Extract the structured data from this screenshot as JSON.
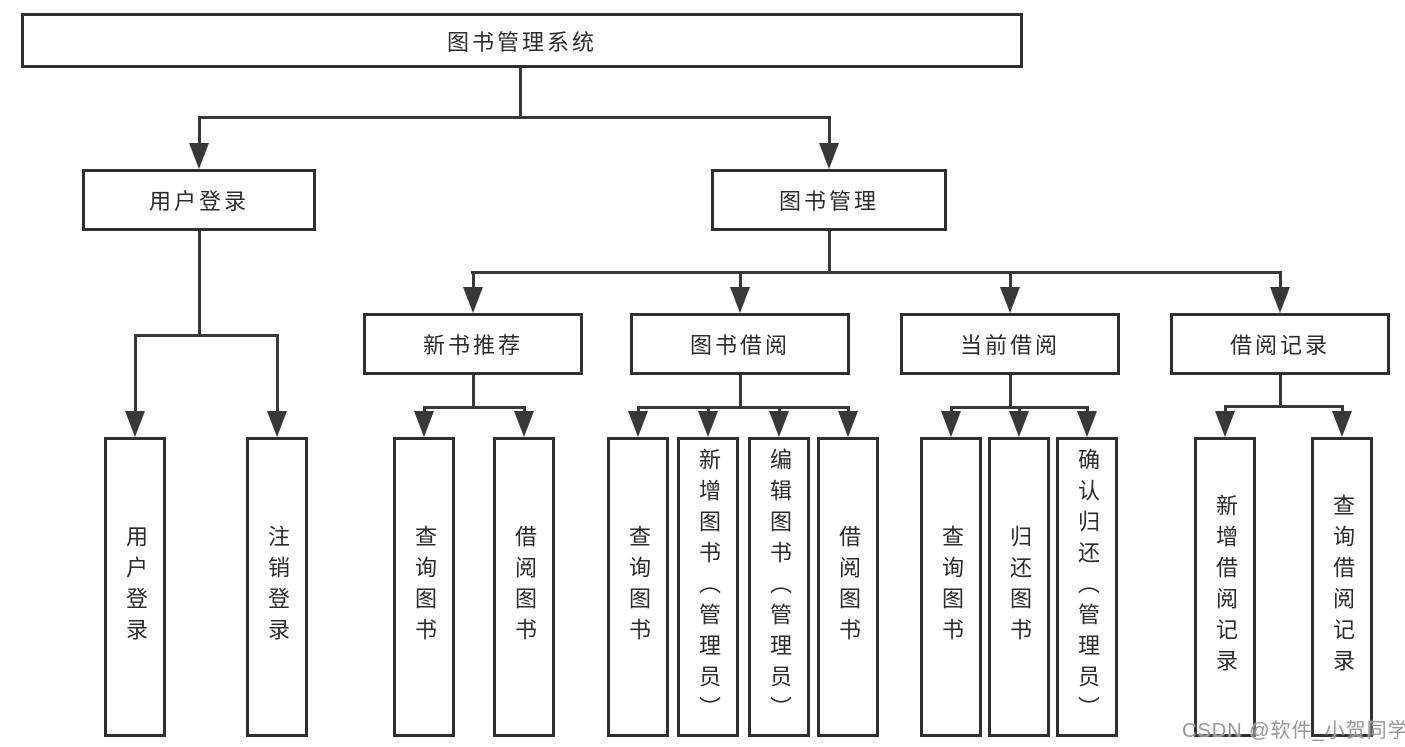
{
  "diagram": {
    "title_node": {
      "label": "图书管理系统"
    },
    "level2": [
      {
        "label": "用户登录"
      },
      {
        "label": "图书管理"
      }
    ],
    "level3": [
      {
        "label": "新书推荐"
      },
      {
        "label": "图书借阅"
      },
      {
        "label": "当前借阅"
      },
      {
        "label": "借阅记录"
      }
    ],
    "leaves": {
      "user_login": [
        "用户登录",
        "注销登录"
      ],
      "new_book": [
        "查询图书",
        "借阅图书"
      ],
      "book_borrow": [
        "查询图书",
        "新增图书（管理员）",
        "编辑图书（管理员）",
        "借阅图书"
      ],
      "current_borrow": [
        "查询图书",
        "归还图书",
        "确认归还（管理员）"
      ],
      "borrow_record": [
        "新增借阅记录",
        "查询借阅记录"
      ]
    },
    "colors": {
      "line": "#383838",
      "border": "#2f2f2f",
      "text": "#2b2b2b",
      "watermark": "#96969e",
      "background": "#ffffff"
    }
  },
  "watermark": {
    "text": "CSDN @软件_小贺同学"
  }
}
